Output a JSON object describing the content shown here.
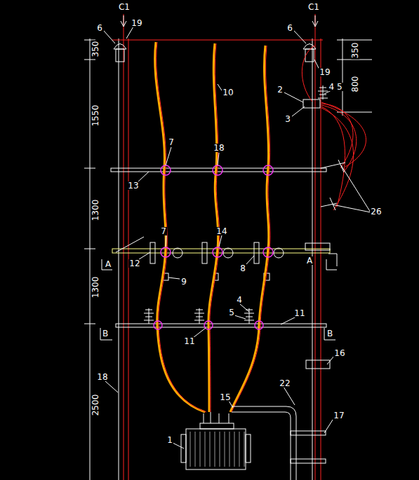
{
  "diagram": {
    "labels": [
      "C1",
      "C1",
      "6",
      "6",
      "19",
      "19",
      "350",
      "350",
      "800",
      "1550",
      "1300",
      "1300",
      "2500",
      "2",
      "3",
      "4 5",
      "7",
      "7",
      "18",
      "18",
      "10",
      "13",
      "14",
      "12",
      "8",
      "9",
      "A",
      "A",
      "B",
      "B",
      "4",
      "5",
      "11",
      "11",
      "16",
      "17",
      "15",
      "22",
      "1",
      "26"
    ]
  }
}
